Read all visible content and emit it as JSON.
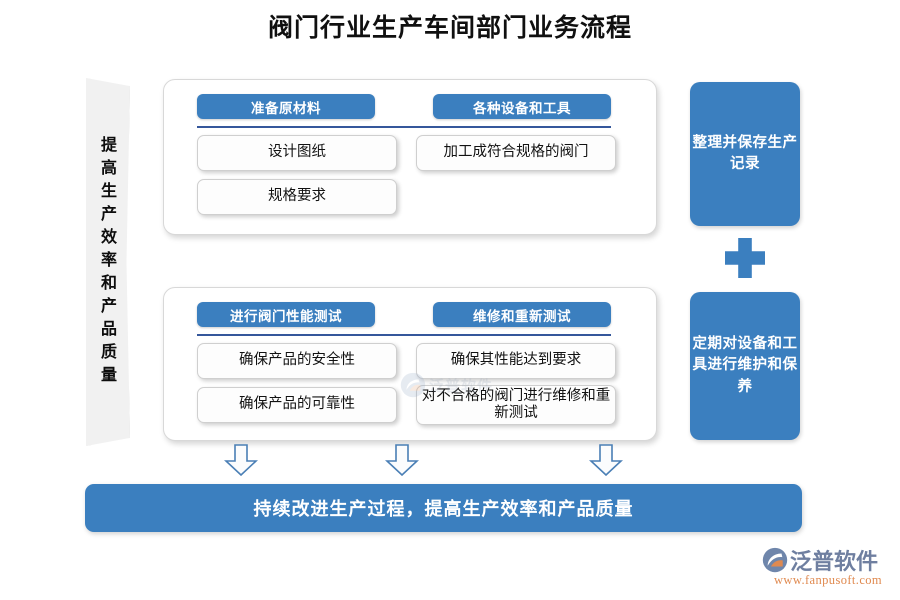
{
  "page": {
    "title": "阀门行业生产车间部门业务流程"
  },
  "left_banner": {
    "text": "提高生产效率和产品质量"
  },
  "cards": [
    {
      "id": "card-top",
      "columns": [
        {
          "header": "准备原材料",
          "items": [
            "设计图纸",
            "规格要求"
          ]
        },
        {
          "header": "各种设备和工具",
          "items": [
            "加工成符合规格的阀门"
          ]
        }
      ]
    },
    {
      "id": "card-bottom",
      "columns": [
        {
          "header": "进行阀门性能测试",
          "items": [
            "确保产品的安全性",
            "确保产品的可靠性"
          ]
        },
        {
          "header": "维修和重新测试",
          "items": [
            "确保其性能达到要求",
            "对不合格的阀门进行维修和重新测试"
          ]
        }
      ]
    }
  ],
  "right_boxes": [
    {
      "text": "整理并保存生产记录"
    },
    {
      "text": "定期对设备和工具进行维护和保养"
    }
  ],
  "connector": {
    "icon": "plus-icon"
  },
  "arrows": {
    "icon": "arrow-down-icon",
    "count": 3
  },
  "bottom_banner": {
    "text": "持续改进生产过程，提高生产效率和产品质量"
  },
  "watermark": {
    "text": "泛普软件"
  },
  "logo": {
    "name": "泛普软件",
    "url": "www.fanpusoft.com",
    "icon": "fanpu-swoosh-icon"
  },
  "colors": {
    "accent_blue": "#3b7fbf",
    "divider_blue": "#35579b",
    "banner_gray": "#f1f1f1",
    "logo_blue": "#6f7fa0",
    "logo_orange": "#e08a50"
  }
}
